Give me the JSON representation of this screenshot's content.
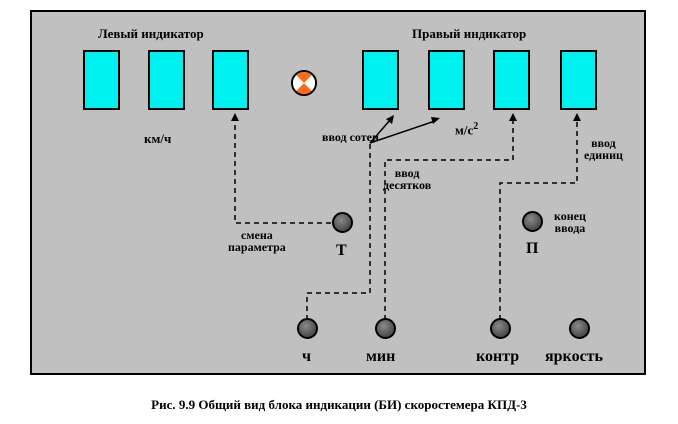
{
  "panel": {
    "left_indicator_title": "Левый индикатор",
    "right_indicator_title": "Правый индикатор",
    "unit_speed": "км/ч",
    "unit_accel_base": "м/с",
    "unit_accel_exp": "2",
    "label_hundreds": "ввод сотен",
    "label_tens_line1": "ввод",
    "label_tens_line2": "десятков",
    "label_units_line1": "ввод",
    "label_units_line2": "единиц",
    "label_param_line1": "смена",
    "label_param_line2": "параметра",
    "label_end_line1": "конец",
    "label_end_line2": "ввода",
    "button_t": "Т",
    "button_p": "П",
    "button_h": "ч",
    "button_min": "мин",
    "button_kontr": "контр",
    "button_brightness": "яркость"
  },
  "caption": "Рис.   9.9 Общий вид блока индикации (БИ) скоростемера КПД-3",
  "colors": {
    "panel": "#c0c0c0",
    "digit": "#00f0f0",
    "lamp_fill": "#ff6a1a",
    "knob": "#606060"
  }
}
